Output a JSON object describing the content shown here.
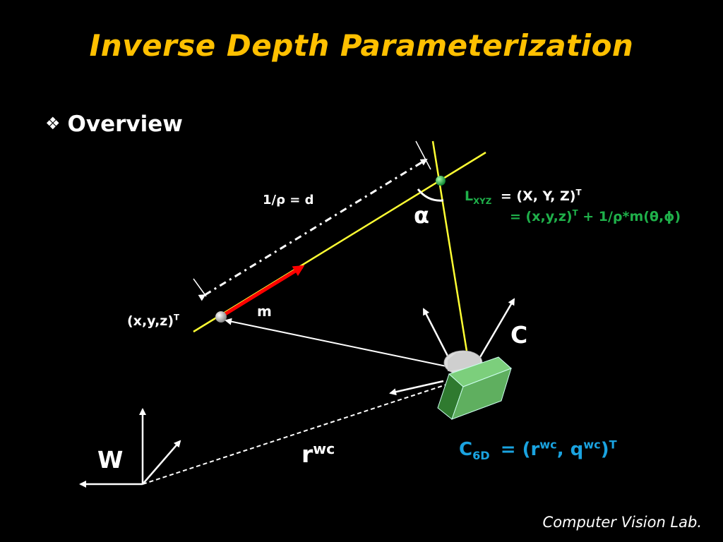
{
  "slide": {
    "title": "Inverse Depth Parameterization",
    "bullet_text": "Overview",
    "bullet_icon": "diamond-cluster-bullet",
    "footer": "Computer Vision Lab."
  },
  "diagram": {
    "depth_label": "1/ρ = d",
    "alpha_label": "α",
    "m_label": "m",
    "anchor_label": {
      "text": "(x,y,z)",
      "sup": "T"
    },
    "camera_label": "C",
    "world_label": "W",
    "rwc_label": {
      "base": "r",
      "sup": "wc"
    },
    "landmark_eq": {
      "lhs_base": "L",
      "lhs_sub": "XYZ",
      "line1": "= (X, Y, Z)",
      "line1_sup": "T",
      "line2_a": "= (x,y,z)",
      "line2_sup": "T",
      "line2_b": " + 1/ρ*m(θ,ϕ)"
    },
    "camera_eq": {
      "lhs_base": "C",
      "lhs_sub": "6D",
      "rhs_a": "= (r",
      "rhs_sup1": "wc",
      "rhs_b": ", q",
      "rhs_sup2": "wc",
      "rhs_c": ")",
      "rhs_sup3": "T"
    }
  },
  "colors": {
    "title": "#FFC000",
    "ray": "#FFFF33",
    "m_vector": "#FF0000",
    "landmark_eq_lhs": "#1FB04A",
    "landmark_eq_line2": "#1FB04A",
    "camera_eq": "#1AA3E0",
    "camera_body": "#5FAF5F",
    "landmark_point": "#1FB04A"
  }
}
